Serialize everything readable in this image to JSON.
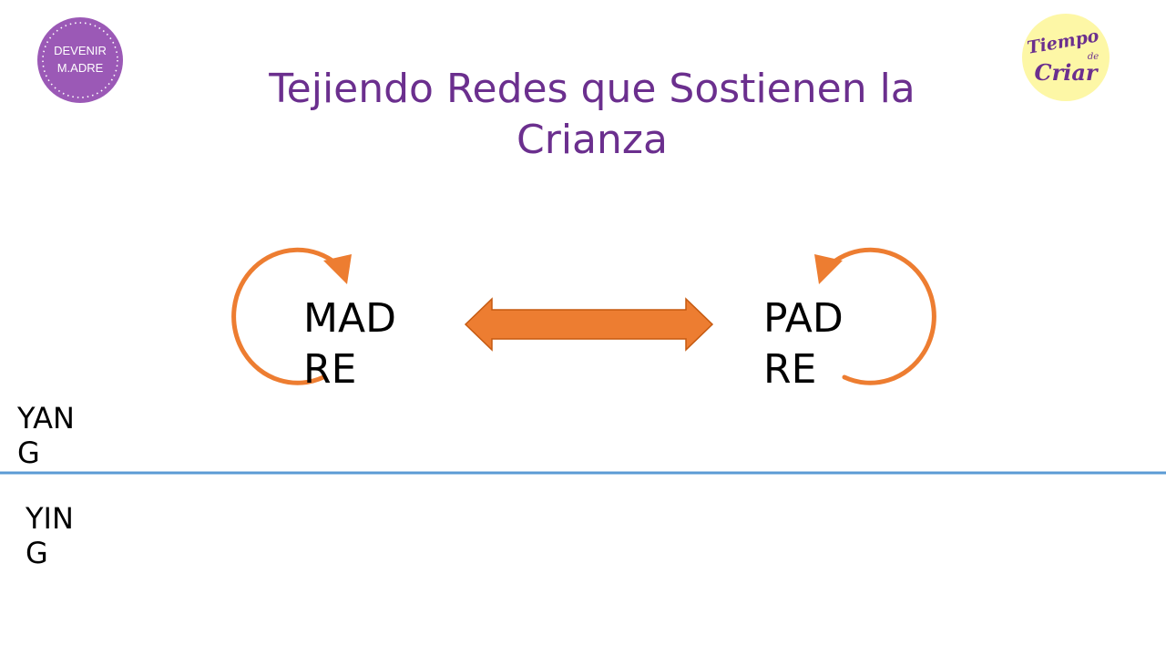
{
  "slide": {
    "title": "Tejiendo Redes que Sostienen la Crianza",
    "logos": {
      "left": {
        "lines": [
          "DEVENIR",
          "M.ADRE"
        ],
        "color": "#9b59b6"
      },
      "right": {
        "words": [
          "Tiempo",
          "de",
          "Criar"
        ],
        "color": "#fdf7a6"
      }
    }
  },
  "diagram": {
    "nodes": {
      "madre": "MADRE",
      "padre": "PADRE"
    },
    "axis_labels": {
      "yang": "YANG",
      "ying": "YING"
    },
    "colors": {
      "title": "#6b2f8e",
      "arrows": "#ed7d31",
      "divider": "#5b9bd5"
    }
  }
}
